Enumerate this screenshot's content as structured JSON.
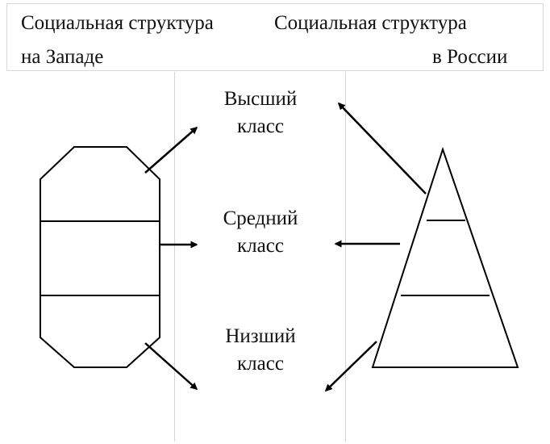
{
  "header": {
    "west_line1": "Социальная структура",
    "west_line2": "на Западе",
    "russia_line1": "Социальная структура",
    "russia_line2": "в России"
  },
  "classes": {
    "upper_line1": "Высший",
    "upper_line2": "класс",
    "middle_line1": "Средний",
    "middle_line2": "класс",
    "lower_line1": "Низший",
    "lower_line2": "класс"
  }
}
